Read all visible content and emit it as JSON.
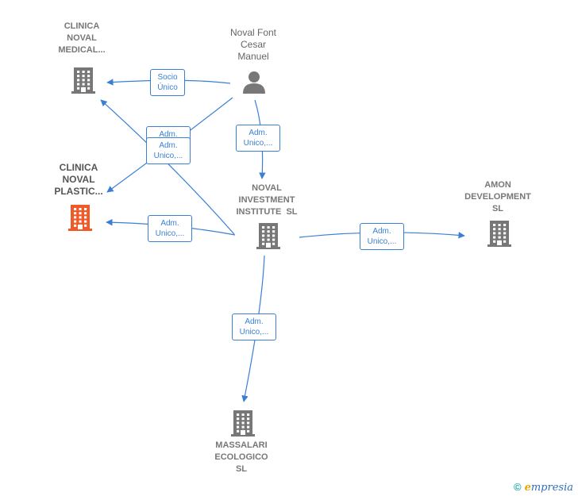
{
  "nodes": [
    {
      "id": "clinica_medical",
      "label_lines": [
        "CLINICA",
        "NOVAL",
        "MEDICAL..."
      ],
      "kind": "company",
      "color": "#777777"
    },
    {
      "id": "clinica_plastic",
      "label_lines": [
        "CLINICA",
        "NOVAL",
        "PLASTIC..."
      ],
      "kind": "company",
      "color": "#f05a28"
    },
    {
      "id": "person",
      "label_lines": [
        "Noval Font",
        "Cesar",
        "Manuel"
      ],
      "kind": "person",
      "color": "#777777"
    },
    {
      "id": "noval_investment",
      "label_lines": [
        "NOVAL",
        "INVESTMENT",
        "INSTITUTE  SL"
      ],
      "kind": "company",
      "color": "#777777"
    },
    {
      "id": "amon",
      "label_lines": [
        "AMON",
        "DEVELOPMENT",
        "SL"
      ],
      "kind": "company",
      "color": "#777777"
    },
    {
      "id": "massalari",
      "label_lines": [
        "MASSALARI",
        "ECOLOGICO",
        "SL"
      ],
      "kind": "company",
      "color": "#777777"
    }
  ],
  "edges": [
    {
      "from": "person",
      "to": "clinica_medical",
      "label_lines": [
        "Socio",
        "Único"
      ]
    },
    {
      "from": "person",
      "to": "clinica_plastic",
      "label_lines": [
        "Adm.",
        "Unico,..."
      ]
    },
    {
      "from": "noval_investment",
      "to": "clinica_medical",
      "label_lines": [
        "Adm.",
        "Unico,..."
      ]
    },
    {
      "from": "person",
      "to": "noval_investment",
      "label_lines": [
        "Adm.",
        "Unico,..."
      ]
    },
    {
      "from": "noval_investment",
      "to": "clinica_plastic",
      "label_lines": [
        "Adm.",
        "Unico,..."
      ]
    },
    {
      "from": "noval_investment",
      "to": "amon",
      "label_lines": [
        "Adm.",
        "Unico,..."
      ]
    },
    {
      "from": "noval_investment",
      "to": "massalari",
      "label_lines": [
        "Adm.",
        "Unico,..."
      ]
    }
  ],
  "colors": {
    "edge": "#3a7fd5",
    "company": "#777777",
    "highlight": "#f05a28"
  },
  "footer": {
    "copyright": "©",
    "brand_e": "e",
    "brand_rest": "mpresia"
  }
}
